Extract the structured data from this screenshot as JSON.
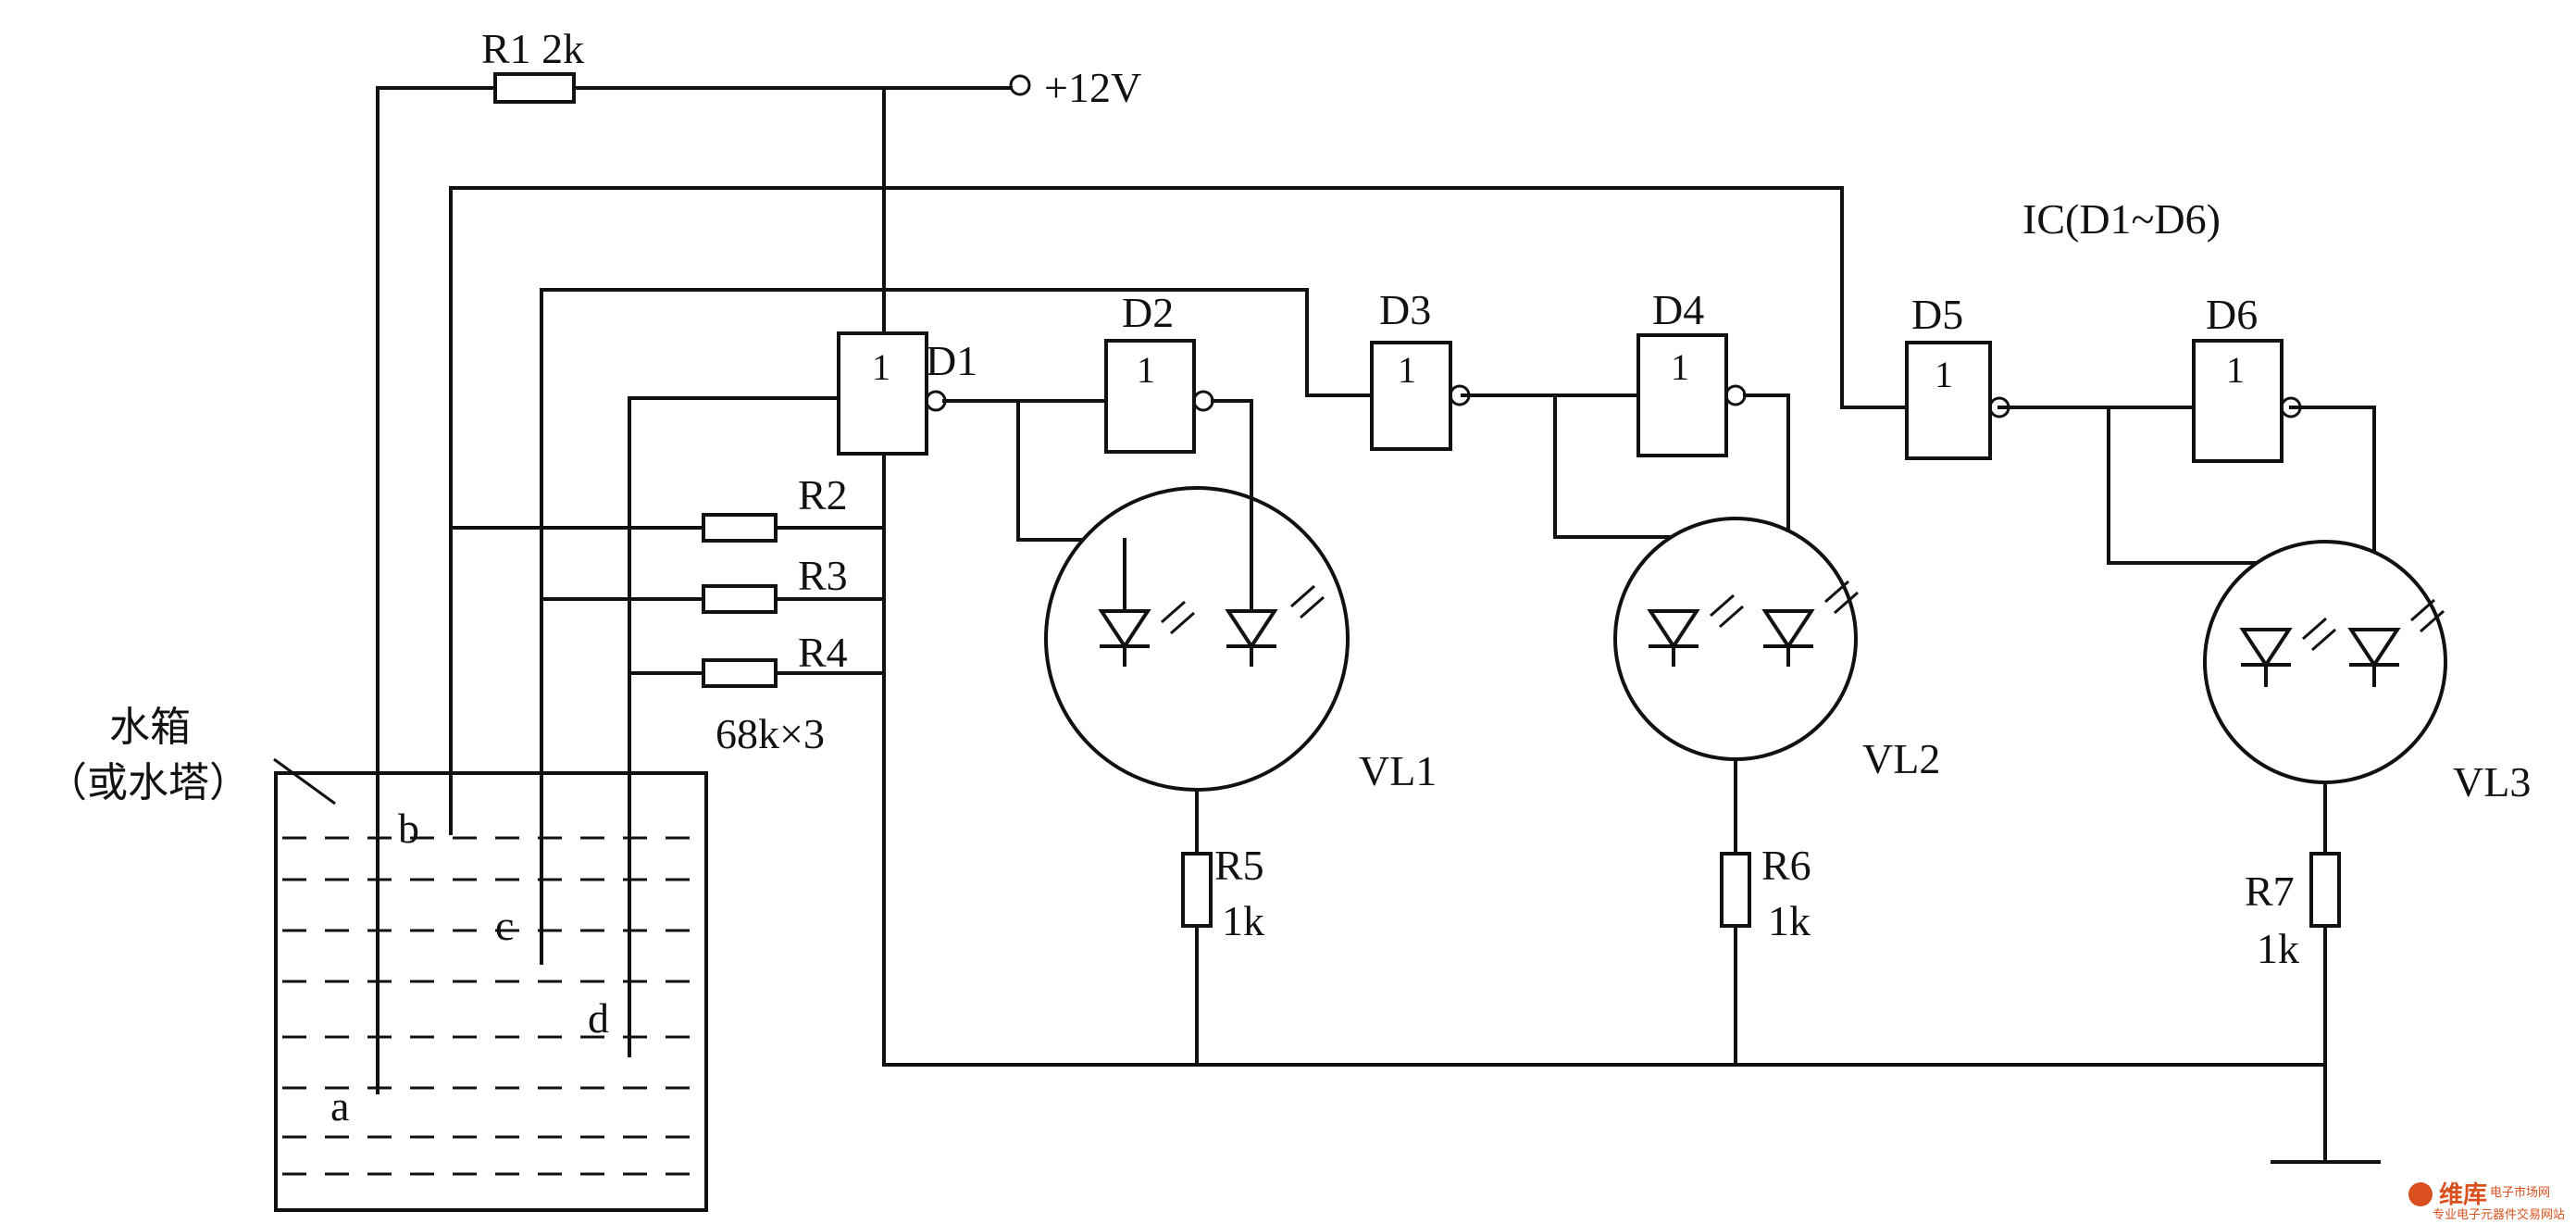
{
  "supply": {
    "label": "+12V"
  },
  "resistors": {
    "r1": "R1 2k",
    "r2": "R2",
    "r3": "R3",
    "r4": "R4",
    "r2_r4_value": "68k×3",
    "r5": "R5",
    "r5_value": "1k",
    "r6": "R6",
    "r6_value": "1k",
    "r7": "R7",
    "r7_value": "1k"
  },
  "ic": {
    "label": "IC(D1~D6)",
    "gates": [
      {
        "name": "D1",
        "symbol": "1"
      },
      {
        "name": "D2",
        "symbol": "1"
      },
      {
        "name": "D3",
        "symbol": "1"
      },
      {
        "name": "D4",
        "symbol": "1"
      },
      {
        "name": "D5",
        "symbol": "1"
      },
      {
        "name": "D6",
        "symbol": "1"
      }
    ]
  },
  "leds": {
    "vl1": "VL1",
    "vl2": "VL2",
    "vl3": "VL3"
  },
  "tank": {
    "title_line1": "水箱",
    "title_line2": "（或水塔）",
    "probes": {
      "a": "a",
      "b": "b",
      "c": "c",
      "d": "d"
    }
  },
  "watermark": {
    "brand": "维库",
    "sub": "电子市场网",
    "tagline": "专业电子元器件交易网站"
  }
}
